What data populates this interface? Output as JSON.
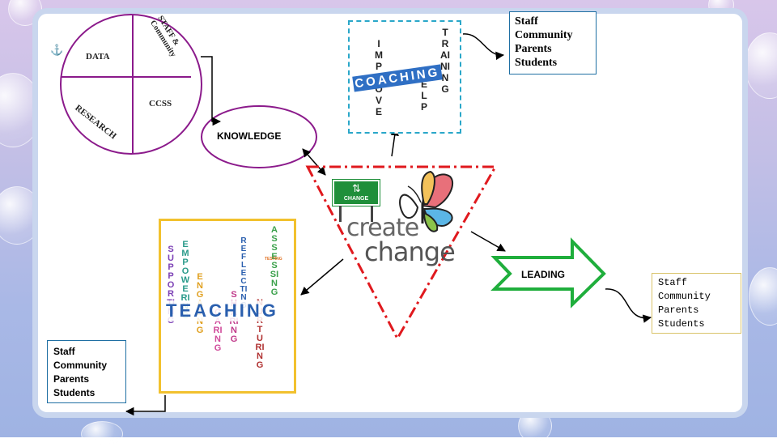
{
  "slide": {
    "anchor_icon": "anchor-icon",
    "circle": {
      "quadrants": {
        "data": "DATA",
        "staff_community": "STAFF & Community",
        "research": "RESEARCH",
        "ccss": "CCSS"
      }
    },
    "knowledge": "KNOWLEDGE",
    "coaching_image": {
      "vertical_words": [
        "IMPROVE",
        "TRAINING",
        "HELP"
      ],
      "horizontal_word": "COACHING"
    },
    "top_right_box": [
      "Staff",
      "Community",
      "Parents",
      "Students"
    ],
    "center": {
      "sign": "CHANGE",
      "line1": "create",
      "line2": "change"
    },
    "leading": "LEADING",
    "right_box": [
      "Staff",
      "Community",
      "Parents",
      "Students"
    ],
    "teaching_image": {
      "main_word": "TEACHING",
      "vertical_words": [
        "SUPPORTING",
        "EMPOWERING",
        "ENGAGING",
        "CARING",
        "SHARING",
        "REFLECTING",
        "NURTURING",
        "ASSESSING"
      ],
      "small_word": "TESTING"
    },
    "bottom_left_box": [
      "Staff",
      "Community",
      "Parents",
      "Students"
    ],
    "colors": {
      "purple": "#8b1a8b",
      "teal_dashed": "#2aa7c9",
      "red_dashdot": "#e0191e",
      "green_arrow": "#1fae3c",
      "yellow_border": "#f2c12e",
      "teal_border": "#1f6fa3",
      "tan_border": "#d9c36a"
    }
  }
}
